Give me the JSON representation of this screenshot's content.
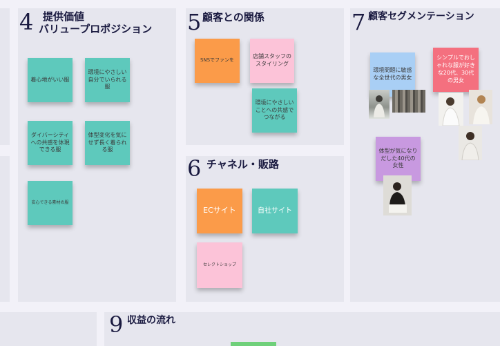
{
  "panels": {
    "value_prop": {
      "number": "4",
      "title_line1": "提供価値",
      "title_line2": "バリュープロポジション",
      "notes": [
        {
          "text": "着心地がいい服",
          "color": "teal"
        },
        {
          "text": "環境にやさしい自分でいられる服",
          "color": "teal"
        },
        {
          "text": "ダイバーシティへの共感を体現できる服",
          "color": "teal"
        },
        {
          "text": "体型変化を気にせず長く着られる服",
          "color": "teal"
        },
        {
          "text": "安心できる素材の服",
          "color": "teal"
        }
      ]
    },
    "relationship": {
      "number": "5",
      "title": "顧客との関係",
      "notes": [
        {
          "text": "SNSでファンを",
          "color": "orange"
        },
        {
          "text": "店舗スタッフのスタイリング",
          "color": "pink"
        },
        {
          "text": "環境にやさしいことへの共感でつながる",
          "color": "teal"
        }
      ]
    },
    "channels": {
      "number": "6",
      "title": "チャネル・販路",
      "notes": [
        {
          "text": "ECサイト",
          "color": "orange"
        },
        {
          "text": "自社サイト",
          "color": "teal"
        },
        {
          "text": "セレクトショップ",
          "color": "pink"
        }
      ]
    },
    "segments": {
      "number": "7",
      "title": "顧客セグメンテーション",
      "notes": [
        {
          "text": "環境問題に敏感な全世代の男女",
          "color": "blue"
        },
        {
          "text": "シンプルでおしゃれな服が好きな20代、30代の男女",
          "color": "red"
        },
        {
          "text": "体型が気になりだした40代の女性",
          "color": "purple"
        }
      ]
    },
    "revenue": {
      "number": "9",
      "title": "収益の流れ"
    }
  },
  "colors": {
    "teal": "#5ec9bc",
    "orange": "#fb9b49",
    "pink": "#fcc3d8",
    "blue": "#a9cff5",
    "red": "#f4707f",
    "purple": "#c899e0",
    "panel": "#e6e6ee",
    "background": "#f2f1f8"
  }
}
